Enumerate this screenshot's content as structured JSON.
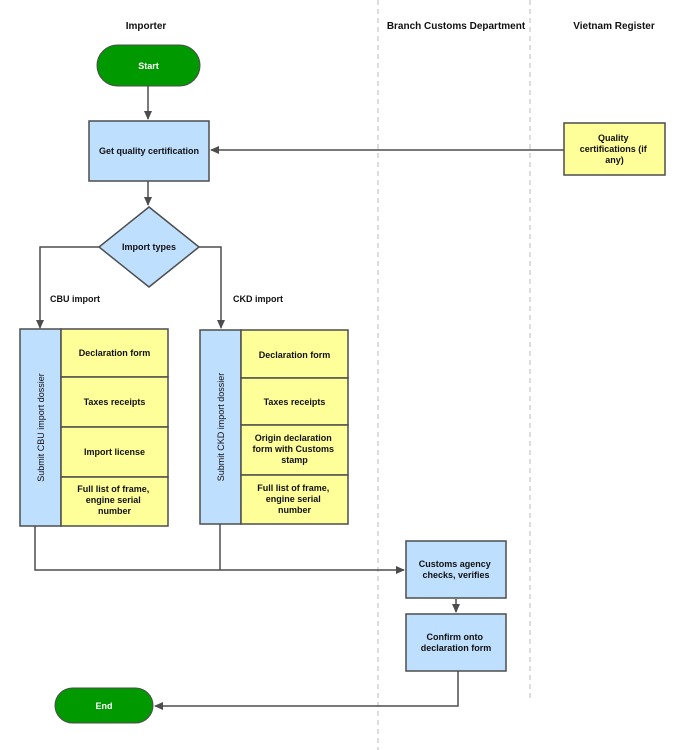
{
  "lanes": {
    "importer": "Importer",
    "customs": "Branch Customs Department",
    "register": "Vietnam Register"
  },
  "nodes": {
    "start": "Start",
    "get_cert": "Get quality certification",
    "quality_cert": [
      "Quality",
      "certifications (if",
      "any)"
    ],
    "decision": "Import types",
    "cbu_label": "CBU import",
    "ckd_label": "CKD import",
    "cbu_dossier": "Submit CBU import dossier",
    "ckd_dossier": "Submit CKD import dossier",
    "cbu_items": [
      [
        "Declaration form"
      ],
      [
        "Taxes receipts"
      ],
      [
        "Import license"
      ],
      [
        "Full list of frame,",
        "engine serial",
        "number"
      ]
    ],
    "ckd_items": [
      [
        "Declaration form"
      ],
      [
        "Taxes receipts"
      ],
      [
        "Origin declaration",
        "form with Customs",
        "stamp"
      ],
      [
        "Full list of frame,",
        "engine serial",
        "number"
      ]
    ],
    "customs_check": [
      "Customs agency",
      "checks, verifies"
    ],
    "confirm": [
      "Confirm onto",
      "declaration form"
    ],
    "end": "End"
  },
  "colors": {
    "terminal": "#009900",
    "process": "#bfdfff",
    "document": "#ffff99",
    "stroke": "#4d4d4d",
    "lane_divider": "#bbbbbb"
  }
}
